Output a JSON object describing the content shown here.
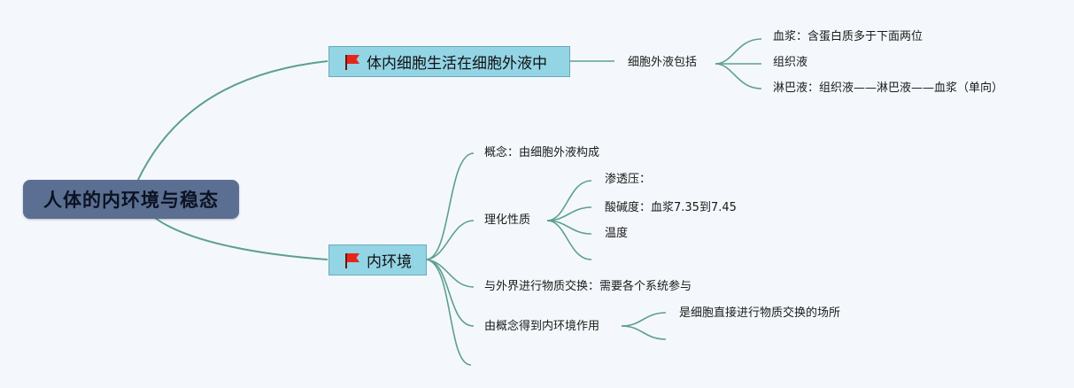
{
  "root": {
    "label": "人体的内环境与稳态"
  },
  "topics": {
    "t1": {
      "label": "体内细胞生活在细胞外液中",
      "icon": "red-flag-icon"
    },
    "t2": {
      "label": "内环境",
      "icon": "red-flag-icon"
    }
  },
  "t1_children": {
    "include": "细胞外液包括",
    "plasma": "血浆：含蛋白质多于下面两位",
    "tissue": "组织液",
    "lymph": "淋巴液：组织液——淋巴液——血浆（单向）"
  },
  "t2_children": {
    "concept": "概念：由细胞外液构成",
    "physchem": "理化性质",
    "osmotic": "渗透压：",
    "ph": "酸碱度：血浆7.35到7.45",
    "temp": "温度",
    "exchange": "与外界进行物质交换：需要各个系统参与",
    "role": "由概念得到内环境作用",
    "place": "是细胞直接进行物质交换的场所"
  },
  "colors": {
    "background": "#f4f8fc",
    "connector": "#5d9f91",
    "root_fill": "#5b6f93",
    "topic_fill": "#93d4e5",
    "flag": "#e8251b"
  }
}
